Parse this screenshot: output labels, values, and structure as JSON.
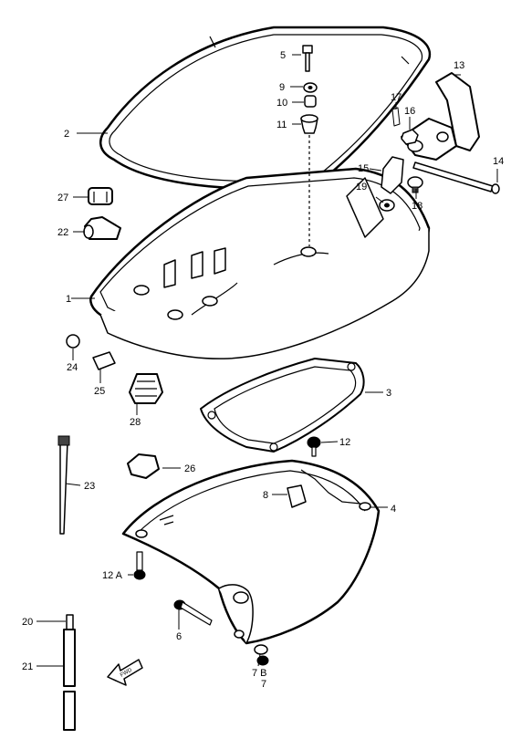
{
  "labels": {
    "p1": "1",
    "p2": "2",
    "p3": "3",
    "p4": "4",
    "p5": "5",
    "p6": "6",
    "p7": "7",
    "p7b": "7 B",
    "p8": "8",
    "p9": "9",
    "p10": "10",
    "p11": "11",
    "p12": "12",
    "p12a": "12 A",
    "p13": "13",
    "p14": "14",
    "p15": "15",
    "p16": "16",
    "p17": "17",
    "p18": "18",
    "p19": "19",
    "p20": "20",
    "p21": "21",
    "p22": "22",
    "p23": "23",
    "p24": "24",
    "p25": "25",
    "p26": "26",
    "p27": "27",
    "p28": "28"
  },
  "arrow_text": "FWD"
}
